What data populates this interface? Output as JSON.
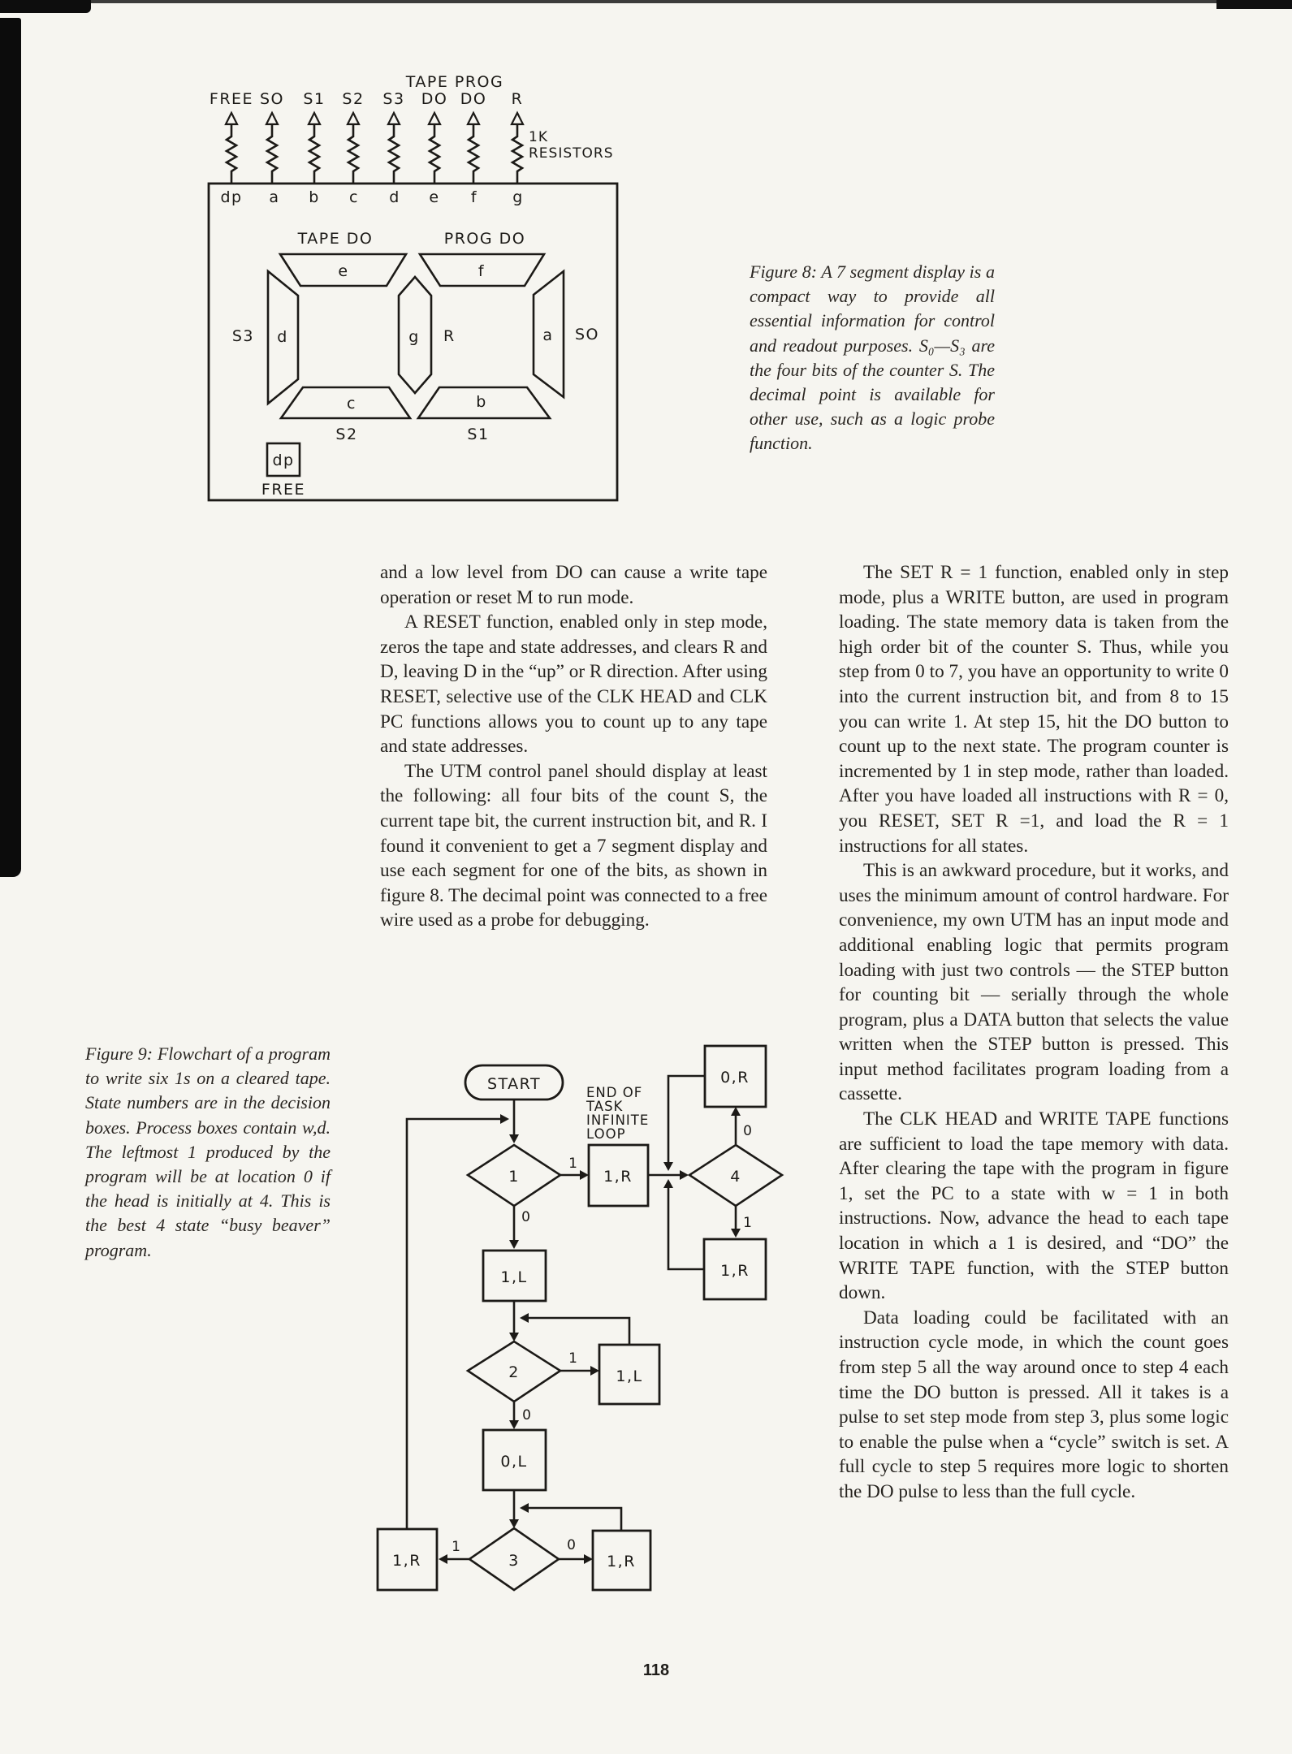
{
  "page": {
    "number": "118"
  },
  "fig8": {
    "wires": [
      "FREE",
      "SO",
      "S1",
      "S2",
      "S3",
      "DO",
      "DO",
      "R"
    ],
    "wire_group": "TAPE PROG",
    "resistor_note_1": "1K",
    "resistor_note_2": "RESISTORS",
    "pins": [
      "dp",
      "a",
      "b",
      "c",
      "d",
      "e",
      "f",
      "g"
    ],
    "display_titles": {
      "tape_do": "TAPE DO",
      "prog_do": "PROG DO"
    },
    "segments": {
      "e": "e",
      "f": "f",
      "d": "d",
      "g": "g",
      "a": "a",
      "c": "c",
      "b": "b",
      "dp": "dp"
    },
    "outer_labels": {
      "s3": "S3",
      "r": "R",
      "so": "SO",
      "s2": "S2",
      "s1": "S1",
      "free": "FREE"
    },
    "caption": "Figure 8: A 7 segment display is a compact way to provide all essential information for control and readout purposes. S₀—S₃ are the four bits of the counter S. The decimal point is available for other use, such as a logic probe function."
  },
  "fig9": {
    "caption": "Figure 9: Flowchart of a program to write six 1s on a cleared tape. State numbers are in the decision boxes. Process boxes contain w,d. The leftmost 1 produced by the program will be at location 0 if the head is initially at 4. This is the best 4 state “busy beaver” program."
  },
  "flowchart": {
    "start": "START",
    "note": [
      "END OF",
      "TASK",
      "INFINITE",
      "LOOP"
    ],
    "d1": "1",
    "d2": "2",
    "d3": "3",
    "d4": "4",
    "end_task": "1,R",
    "state4_zero": "0,R",
    "state4_one": "1,R",
    "state1_zero_box": "1,L",
    "state2_one_box": "1,L",
    "state2_zero_box": "0,L",
    "state3_one_box": "1,R",
    "state3_zero_box": "1,R",
    "l_d1_1": "1",
    "l_d1_0": "0",
    "l_d4_0": "0",
    "l_d4_1": "1",
    "l_d2_1": "1",
    "l_d2_0": "0",
    "l_d3_1": "1",
    "l_d3_0": "0"
  },
  "article": {
    "mid": {
      "p1": "and a low level from DO can cause a write tape operation or reset M to run mode.",
      "p2": "A RESET function, enabled only in step mode, zeros the tape and state addresses, and clears R and D, leaving D in the “up” or R direction. After using RESET, selective use of the CLK HEAD and CLK PC functions allows you to count up to any tape and state addresses.",
      "p3": "The UTM control panel should display at least the following: all four bits of the count S, the current tape bit, the current instruction bit, and R. I found it convenient to get a 7 segment display and use each segment for one of the bits, as shown in figure 8. The decimal point was connected to a free wire used as a probe for debugging."
    },
    "right": {
      "p1": "The SET R = 1 function, enabled only in step mode, plus a WRITE button, are used in program loading. The state memory data is taken from the high order bit of the counter S. Thus, while you step from 0 to 7, you have an opportunity to write 0 into the current instruction bit, and from 8 to 15 you can write 1. At step 15, hit the DO button to count up to the next state. The program counter is incremented by 1 in step mode, rather than loaded. After you have loaded all instructions with R = 0, you RESET, SET R =1, and load the R = 1 instructions for all states.",
      "p2": "This is an awkward procedure, but it works, and uses the minimum amount of control hardware. For convenience, my own UTM has an input mode and additional enabling logic that permits program loading with just two controls — the STEP button for counting bit — serially through the whole program, plus a DATA button that selects the value written when the STEP button is pressed. This input method facilitates program loading from a cassette.",
      "p3": "The CLK HEAD and WRITE TAPE functions are sufficient to load the tape memory with data. After clearing the tape with the program in figure 1, set the PC to a state with w = 1 in both instructions. Now, advance the head to each tape location in which a 1 is desired, and “DO” the WRITE TAPE function, with the STEP button down.",
      "p4": "Data loading could be facilitated with an instruction cycle mode, in which the count goes from step 5 all the way around once to step 4 each time the DO button is pressed. All it takes is a pulse to set step mode from step 3, plus some logic to enable the pulse when a “cycle” switch is set. A full cycle to step 5 requires more logic to shorten the DO pulse to less than the full cycle."
    }
  }
}
